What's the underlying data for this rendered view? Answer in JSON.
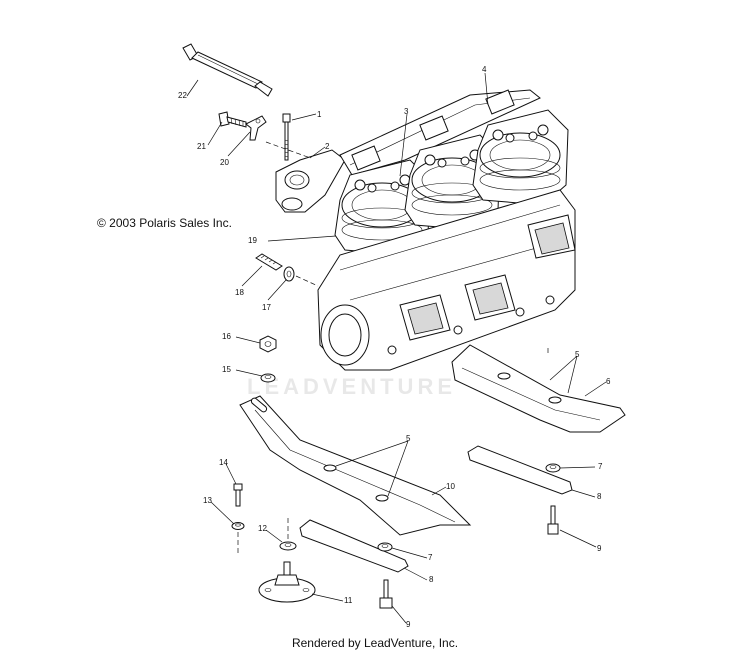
{
  "diagram": {
    "copyright": "© 2003 Polaris Sales Inc.",
    "footer": "Rendered by LeadVenture, Inc.",
    "watermark": "LEADVENTURE",
    "callouts": [
      "1",
      "2",
      "3",
      "4",
      "5",
      "5",
      "6",
      "7",
      "7",
      "8",
      "8",
      "9",
      "9",
      "10",
      "11",
      "12",
      "13",
      "14",
      "15",
      "16",
      "17",
      "18",
      "19",
      "20",
      "21",
      "22"
    ]
  }
}
